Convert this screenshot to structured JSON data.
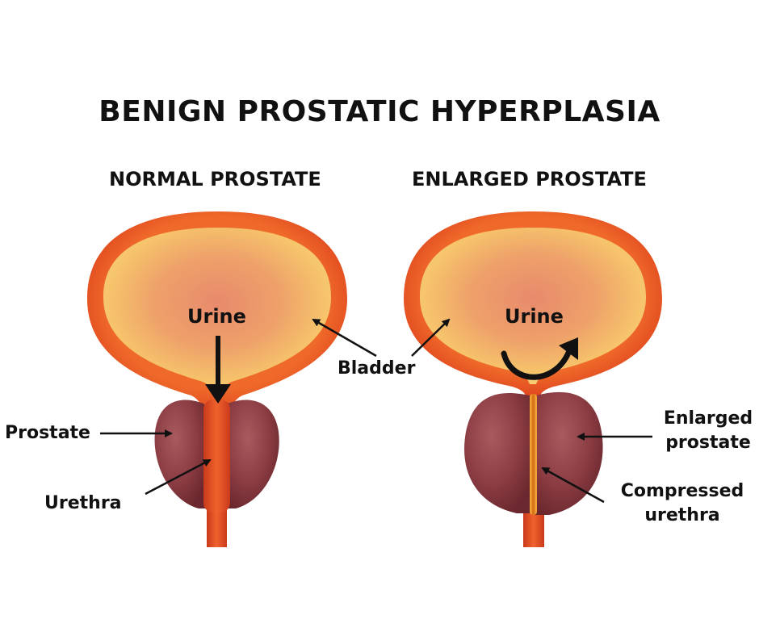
{
  "title": "BENIGN PROSTATIC HYPERPLASIA",
  "panels": {
    "normal": {
      "heading": "NORMAL PROSTATE",
      "urine_label": "Urine",
      "prostate_label": "Prostate",
      "urethra_label": "Urethra"
    },
    "enlarged": {
      "heading": "ENLARGED PROSTATE",
      "urine_label": "Urine",
      "enlarged_label_line1": "Enlarged",
      "enlarged_label_line2": "prostate",
      "compressed_label_line1": "Compressed",
      "compressed_label_line2": "urethra"
    }
  },
  "shared": {
    "bladder_label": "Bladder"
  },
  "colors": {
    "bladder_wall": "#e0471e",
    "bladder_inner": "#f7b955",
    "bladder_core": "#e9896a",
    "prostate": "#8e3f44",
    "prostate_dark": "#6e2c31",
    "urethra": "#e14a24",
    "arrow": "#111111"
  }
}
